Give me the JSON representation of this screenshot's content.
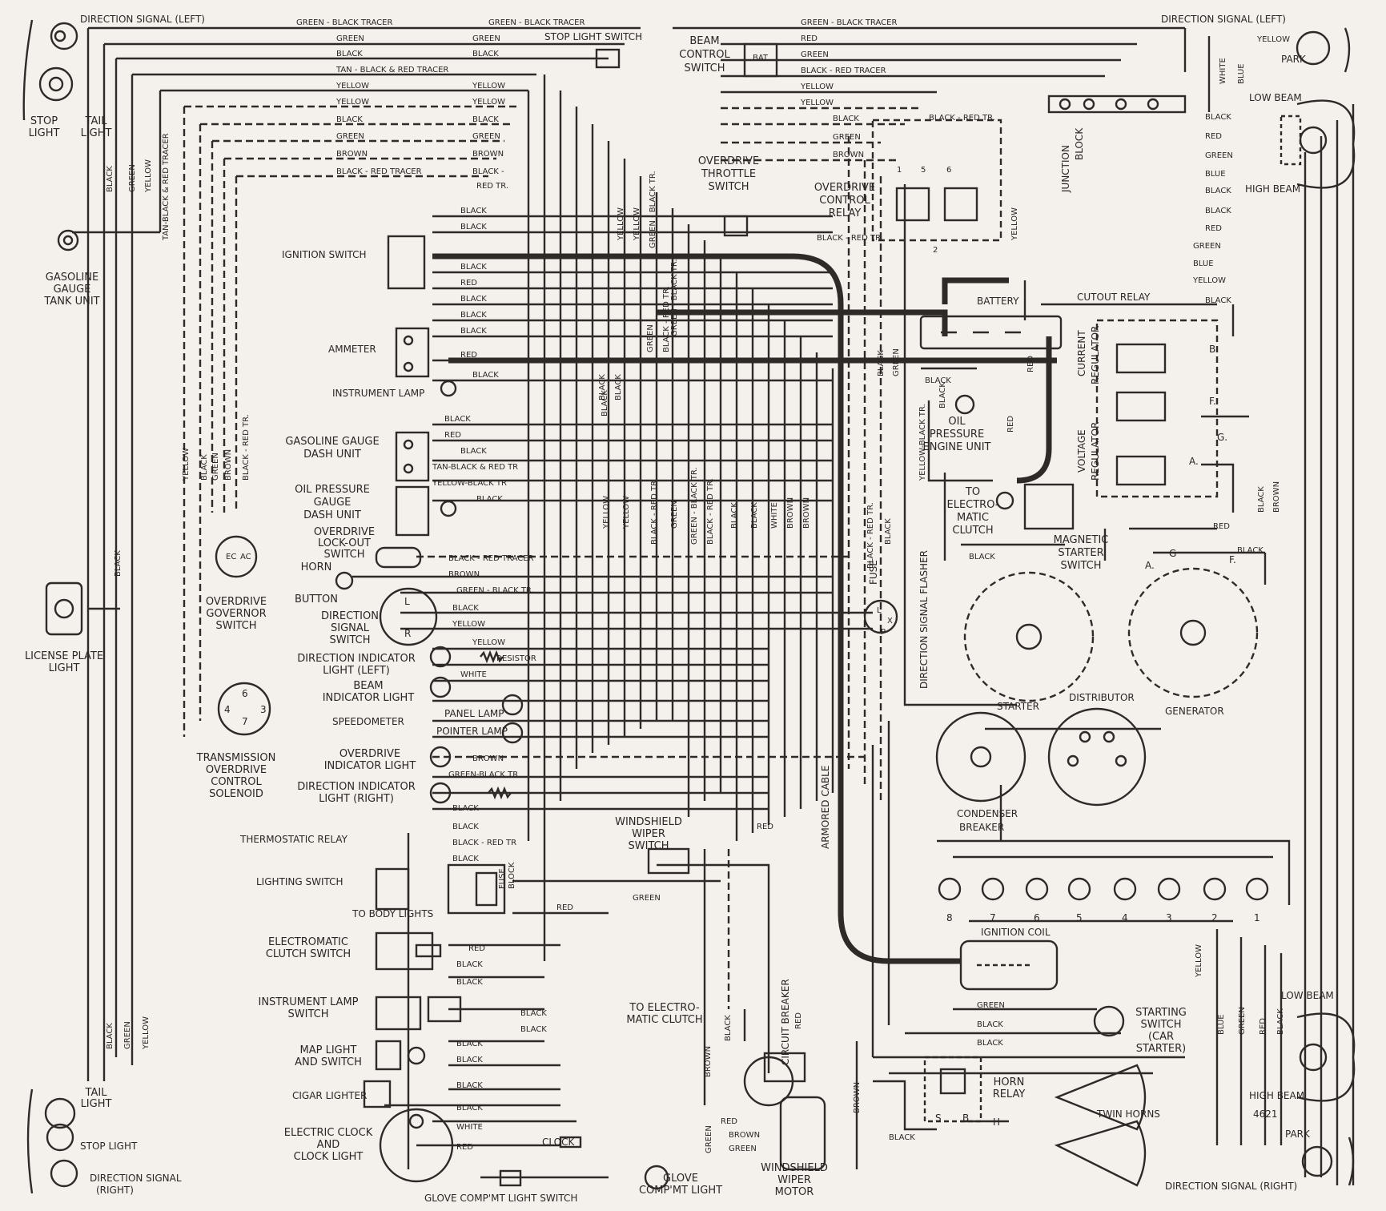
{
  "components": {
    "direction_signal_left_rear": "DIRECTION SIGNAL (LEFT)",
    "direction_signal_left_front": "DIRECTION SIGNAL (LEFT)",
    "stop_light_switch": "STOP LIGHT SWITCH",
    "stop_light": [
      "STOP",
      "LIGHT"
    ],
    "tail_light": [
      "TAIL",
      "LIGHT"
    ],
    "beam_control_switch": [
      "BEAM",
      "CONTROL",
      "SWITCH"
    ],
    "park": "PARK",
    "low_beam": "LOW BEAM",
    "high_beam": "HIGH BEAM",
    "junction_block": [
      "JUNCTION",
      "BLOCK"
    ],
    "gasoline_gauge_tank_unit": [
      "GASOLINE",
      "GAUGE",
      "TANK UNIT"
    ],
    "overdrive_throttle_switch": [
      "OVERDRIVE",
      "THROTTLE",
      "SWITCH"
    ],
    "overdrive_control_relay": [
      "OVERDRIVE",
      "CONTROL",
      "RELAY"
    ],
    "ignition_switch": "IGNITION SWITCH",
    "battery": "BATTERY",
    "cutout_relay": "CUTOUT RELAY",
    "current_regulator": [
      "CURRENT",
      "REGULATOR"
    ],
    "voltage_regulator": [
      "VOLTAGE",
      "REGULATOR"
    ],
    "ammeter": "AMMETER",
    "instrument_lamp": "INSTRUMENT LAMP",
    "oil_pressure_engine_unit": [
      "OIL",
      "PRESSURE",
      "ENGINE UNIT"
    ],
    "gasoline_gauge_dash_unit": [
      "GASOLINE GAUGE",
      "DASH UNIT"
    ],
    "oil_pressure_gauge_dash_unit": [
      "OIL PRESSURE",
      "GAUGE",
      "DASH UNIT"
    ],
    "to_electromatic_clutch": [
      "TO",
      "ELECTRO-",
      "MATIC",
      "CLUTCH"
    ],
    "magnetic_starter_switch": [
      "MAGNETIC",
      "STARTER",
      "SWITCH"
    ],
    "overdrive_lockout_switch": [
      "OVERDRIVE",
      "LOCK-OUT",
      "SWITCH"
    ],
    "horn_button": [
      "HORN",
      "BUTTON"
    ],
    "overdrive_governor_switch": [
      "OVERDRIVE",
      "GOVERNOR",
      "SWITCH"
    ],
    "license_plate_light": [
      "LICENSE PLATE",
      "LIGHT"
    ],
    "direction_signal_switch": [
      "DIRECTION",
      "SIGNAL",
      "SWITCH"
    ],
    "direction_indicator_light_left": [
      "DIRECTION INDICATOR",
      "LIGHT (LEFT)"
    ],
    "beam_indicator_light": [
      "BEAM",
      "INDICATOR LIGHT"
    ],
    "speedometer": "SPEEDOMETER",
    "panel_lamp": "PANEL LAMP",
    "pointer_lamp": "POINTER LAMP",
    "overdrive_indicator_light": [
      "OVERDRIVE",
      "INDICATOR LIGHT"
    ],
    "direction_indicator_light_right": [
      "DIRECTION INDICATOR",
      "LIGHT (RIGHT)"
    ],
    "transmission_overdrive_control_solenoid": [
      "TRANSMISSION",
      "OVERDRIVE",
      "CONTROL",
      "SOLENOID"
    ],
    "starter": "STARTER",
    "generator": "GENERATOR",
    "distributor": "DISTRIBUTOR",
    "condenser": "CONDENSER",
    "breaker": "BREAKER",
    "direction_signal_flasher": "DIRECTION SIGNAL FLASHER",
    "armored_cable": "ARMORED CABLE",
    "thermostatic_relay": "THERMOSTATIC RELAY",
    "lighting_switch": "LIGHTING SWITCH",
    "fuse_block": [
      "FUSE",
      "BLOCK"
    ],
    "to_body_lights": "TO BODY LIGHTS",
    "windshield_wiper_switch": [
      "WINDSHIELD",
      "WIPER",
      "SWITCH"
    ],
    "electromatic_clutch_switch": [
      "ELECTROMATIC",
      "CLUTCH SWITCH"
    ],
    "to_electromatic_clutch_lower": [
      "TO ELECTRO-",
      "MATIC CLUTCH"
    ],
    "ignition_coil": "IGNITION COIL",
    "instrument_lamp_switch": [
      "INSTRUMENT LAMP",
      "SWITCH"
    ],
    "circuit_breaker": "CIRCUIT BREAKER",
    "starting_switch": [
      "STARTING",
      "SWITCH",
      "(CAR",
      "STARTER)"
    ],
    "map_light_and_switch": [
      "MAP LIGHT",
      "AND SWITCH"
    ],
    "cigar_lighter": "CIGAR LIGHTER",
    "horn_relay": [
      "HORN",
      "RELAY"
    ],
    "twin_horns": "TWIN HORNS",
    "electric_clock": [
      "ELECTRIC CLOCK",
      "AND",
      "CLOCK LIGHT"
    ],
    "clock": "CLOCK",
    "windshield_wiper_motor": [
      "WINDSHIELD",
      "WIPER",
      "MOTOR"
    ],
    "glove_compartment_light_switch": "GLOVE COMP'MT LIGHT SWITCH",
    "glove_compartment_light": [
      "GLOVE",
      "COMP'MT LIGHT"
    ],
    "tail_light_rear_right": [
      "TAIL",
      "LIGHT"
    ],
    "stop_light_rear_right": "STOP LIGHT",
    "direction_signal_right_rear": [
      "DIRECTION SIGNAL",
      "(RIGHT)"
    ],
    "direction_signal_right_front": "DIRECTION SIGNAL (RIGHT)",
    "fuse": "FUSE",
    "resistor": "RESISTOR",
    "diagram_number": "4621"
  },
  "wire_labels": {
    "top_harness": [
      "GREEN - BLACK TRACER",
      "GREEN - BLACK TRACER",
      "GREEN",
      "GREEN",
      "BLACK",
      "BLACK",
      "TAN - BLACK & RED TRACER",
      "YELLOW",
      "YELLOW",
      "YELLOW",
      "YELLOW",
      "BLACK",
      "BLACK",
      "GREEN",
      "GREEN",
      "BROWN",
      "BROWN",
      "BLACK - RED TRACER",
      "BLACK -",
      "RED TR."
    ],
    "top_right_harness": [
      "GREEN - BLACK TRACER",
      "RED",
      "GREEN",
      "BLACK - RED TRACER",
      "YELLOW",
      "YELLOW",
      "BLACK",
      "GREEN",
      "BROWN",
      "BLACK - RED TR."
    ],
    "headlamp_left": [
      "YELLOW",
      "WHITE",
      "BLUE",
      "BLACK",
      "RED",
      "GREEN",
      "BLUE",
      "BLACK",
      "BLACK",
      "RED",
      "GREEN",
      "BLUE",
      "YELLOW",
      "BLACK"
    ],
    "left_vertical": [
      "BLACK",
      "GREEN",
      "YELLOW",
      "TAN-BLACK & RED TRACER",
      "BLACK"
    ],
    "dash_left": [
      "YELLOW",
      "BLACK",
      "GREEN",
      "BROWN",
      "BLACK - RED TR."
    ],
    "dash_center": [
      "BLACK",
      "BLACK",
      "BLACK",
      "RED",
      "BLACK",
      "BLACK",
      "BLACK",
      "RED",
      "BLACK",
      "BLACK",
      "RED",
      "BLACK",
      "TAN-BLACK & RED TR",
      "YELLOW-BLACK TR",
      "BLACK",
      "BLACK - RED TRACER",
      "BROWN",
      "GREEN - BLACK TR.",
      "BLACK",
      "YELLOW",
      "YELLOW",
      "WHITE",
      "BROWN",
      "GREEN-BLACK TR",
      "BLACK",
      "BLACK",
      "BLACK - RED TR",
      "BLACK",
      "GREEN",
      "RED",
      "RED",
      "BLACK",
      "BLACK",
      "BLACK",
      "BLACK",
      "BLACK",
      "BLACK",
      "BLACK",
      "BLACK",
      "WHITE",
      "RED"
    ],
    "dash_vertical": [
      "YELLOW",
      "YELLOW",
      "GREEN - BLACK TR.",
      "GREEN - BLACK TR.",
      "BLACK",
      "BLACK",
      "BLACK",
      "WHITE",
      "BROWN",
      "BROWN",
      "YELLOW",
      "YELLOW",
      "GREEN",
      "BLACK - RED TR.",
      "GREEN - BLACK TR.",
      "BLACK - RED TR.",
      "GREEN",
      "BLACK - RED TR.",
      "BLACK",
      "BLACK"
    ],
    "engine_side": [
      "BLACK - RED TR.",
      "YELLOW",
      "BLACK",
      "GREEN",
      "BLACK",
      "RED",
      "BLACK",
      "YELLOW-BLACK TR.",
      "BLACK - RED TR.",
      "BLACK",
      "RED",
      "BLACK",
      "RED",
      "BLACK",
      "BROWN",
      "BLACK",
      "GREEN",
      "BLACK",
      "BLACK",
      "RED",
      "BLACK",
      "BLUE",
      "GREEN",
      "RED",
      "YELLOW"
    ],
    "lower_right": [
      "BLUE",
      "GREEN",
      "RED",
      "BLACK",
      "YELLOW"
    ],
    "wiper": [
      "BROWN",
      "BLACK",
      "RED",
      "GREEN",
      "BROWN",
      "RED",
      "BROWN",
      "GREEN"
    ],
    "rear_right_vertical": [
      "BLACK",
      "GREEN",
      "YELLOW"
    ],
    "terminal_letters": [
      "BAT",
      "B.",
      "F.",
      "G.",
      "A.",
      "A.",
      "G",
      "F.",
      "L",
      "X",
      "P",
      "S",
      "B",
      "H",
      "R",
      "L",
      "EC",
      "AC"
    ],
    "distributor_numbers": [
      "8",
      "7",
      "6",
      "5",
      "4",
      "3",
      "2",
      "1"
    ],
    "solenoid_numbers": [
      "6",
      "4",
      "7",
      "3"
    ],
    "relay_numbers": [
      "1",
      "5",
      "6",
      "2"
    ]
  }
}
